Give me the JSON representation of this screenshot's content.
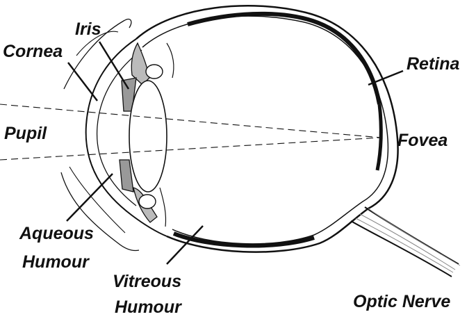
{
  "labels": {
    "iris": "Iris",
    "cornea": "Cornea",
    "pupil": "Pupil",
    "retina": "Retina",
    "fovea": "Fovea",
    "aqueous_1": "Aqueous",
    "aqueous_2": "Humour",
    "vitreous_1": "Vitreous",
    "vitreous_2": "Humour",
    "optic_nerve": "Optic Nerve"
  },
  "colors": {
    "ink": "#111111",
    "background": "#ffffff",
    "shading": "#888888"
  }
}
